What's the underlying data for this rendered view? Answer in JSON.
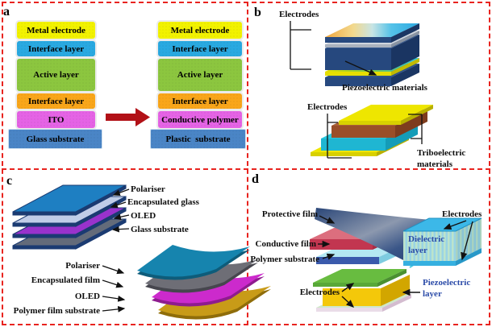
{
  "figure": {
    "panel_a": {
      "label": "a",
      "stack_left": [
        {
          "label": "Metal electrode",
          "color": "#f2f200"
        },
        {
          "label": "Interface layer",
          "color": "#29a9e1"
        },
        {
          "label": "Active layer",
          "color": "#8cc63f"
        },
        {
          "label": "Interface layer",
          "color": "#f9a61a"
        },
        {
          "label": "ITO",
          "color": "#e563e5"
        },
        {
          "label": "Glass substrate",
          "color": "#4a85c6"
        }
      ],
      "stack_right": [
        {
          "label": "Metal electrode",
          "color": "#f2f200"
        },
        {
          "label": "Interface layer",
          "color": "#29a9e1"
        },
        {
          "label": "Active layer",
          "color": "#8cc63f"
        },
        {
          "label": "Interface layer",
          "color": "#f9a61a"
        },
        {
          "label": "Conductive polymer",
          "color": "#e563e5"
        },
        {
          "label": "Plastic  substrate",
          "color": "#4a85c6"
        }
      ]
    },
    "panel_b": {
      "label": "b",
      "piezo": {
        "electrodes_label": "Electrodes",
        "material_label": "Piezoelectric materials"
      },
      "tribo": {
        "electrodes_label": "Electrodes",
        "material_line1": "Triboelectric",
        "material_line2": "materials"
      }
    },
    "panel_c": {
      "label": "c",
      "rigid": {
        "layers": [
          {
            "label": "Polariser",
            "color": "#1e7fc2"
          },
          {
            "label": "Encapsulated glass",
            "color": "#c0cde8"
          },
          {
            "label": "OLED",
            "color": "#9932cc"
          },
          {
            "label": "Glass substrate",
            "color": "#636b7a"
          }
        ]
      },
      "flexible": {
        "layers": [
          {
            "label": "Polariser",
            "color": "#1684ae"
          },
          {
            "label": "Encapsulated film",
            "color": "#6e6e76"
          },
          {
            "label": "OLED",
            "color": "#cc2acc"
          },
          {
            "label": "Polymer film substrate",
            "color": "#c89b18"
          }
        ]
      }
    },
    "panel_d": {
      "label": "d",
      "flexible_stack": {
        "protective_label": "Protective film",
        "conductive_label": "Conductive film",
        "substrate_label": "Polymer substrate"
      },
      "dielectric_device": {
        "electrodes_label": "Electrodes",
        "name_line1": "Dielectric",
        "name_line2": "layer"
      },
      "piezo_device": {
        "electrodes_label": "Electrodes",
        "name_line1": "Piezoelectric",
        "name_line2": "layer"
      }
    }
  },
  "colors": {
    "frame_red": "#e8241f",
    "transition_arrow_red": "#b21117",
    "annotation_blue": "#2b4ba8",
    "navy_3d": "#26487e",
    "electrode_yellow": "#eee600",
    "tribo_brown": "#9a4e28",
    "tribo_cyan": "#1fb6d2",
    "dielectric_cyan": "#3cb8e8",
    "piezo_body_yellow": "#f4c80a",
    "piezo_top_green": "#68bc40"
  }
}
